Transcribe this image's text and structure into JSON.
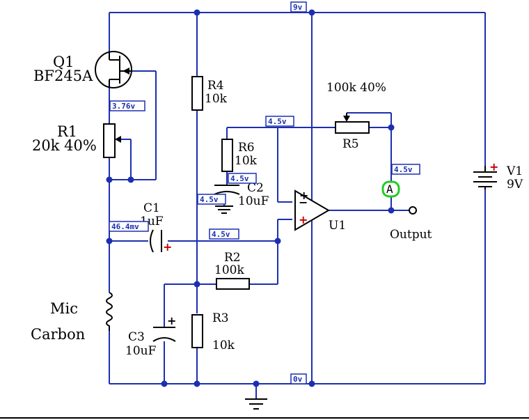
{
  "components": {
    "q1": {
      "ref": "Q1",
      "part": "BF245A"
    },
    "r1": {
      "ref": "R1",
      "value": "20k 40%"
    },
    "r4": {
      "ref": "R4",
      "value": "10k"
    },
    "r5": {
      "ref": "R5",
      "value": "100k 40%"
    },
    "r6": {
      "ref": "R6",
      "value": "10k"
    },
    "r2": {
      "ref": "R2",
      "value": "100k"
    },
    "r3": {
      "ref": "R3",
      "value": "10k"
    },
    "c1": {
      "ref": "C1",
      "value": "1uF"
    },
    "c2": {
      "ref": "C2",
      "value": "10uF"
    },
    "c3": {
      "ref": "C3",
      "value": "10uF"
    },
    "v1": {
      "ref": "V1",
      "value": "9V"
    },
    "u1": {
      "ref": "U1"
    },
    "mic": {
      "line1": "Mic",
      "line2": "Carbon"
    },
    "output": {
      "label": "Output"
    },
    "probe": {
      "label": "A",
      "color": "#22cc22"
    }
  },
  "voltage_tags": {
    "top_rail": "9v",
    "bottom_rail": "0v",
    "q1_source": "3.76v",
    "r6_top": "4.5v",
    "r6_bottom": "4.5v",
    "c2_left": "4.5v",
    "r5_right": "4.5v",
    "c1_left": "46.4mv",
    "noninv_input": "4.5v"
  },
  "colors": {
    "wire": "#1c2fb0",
    "polarity_plus": "#c00000",
    "probe": "#22cc22"
  }
}
